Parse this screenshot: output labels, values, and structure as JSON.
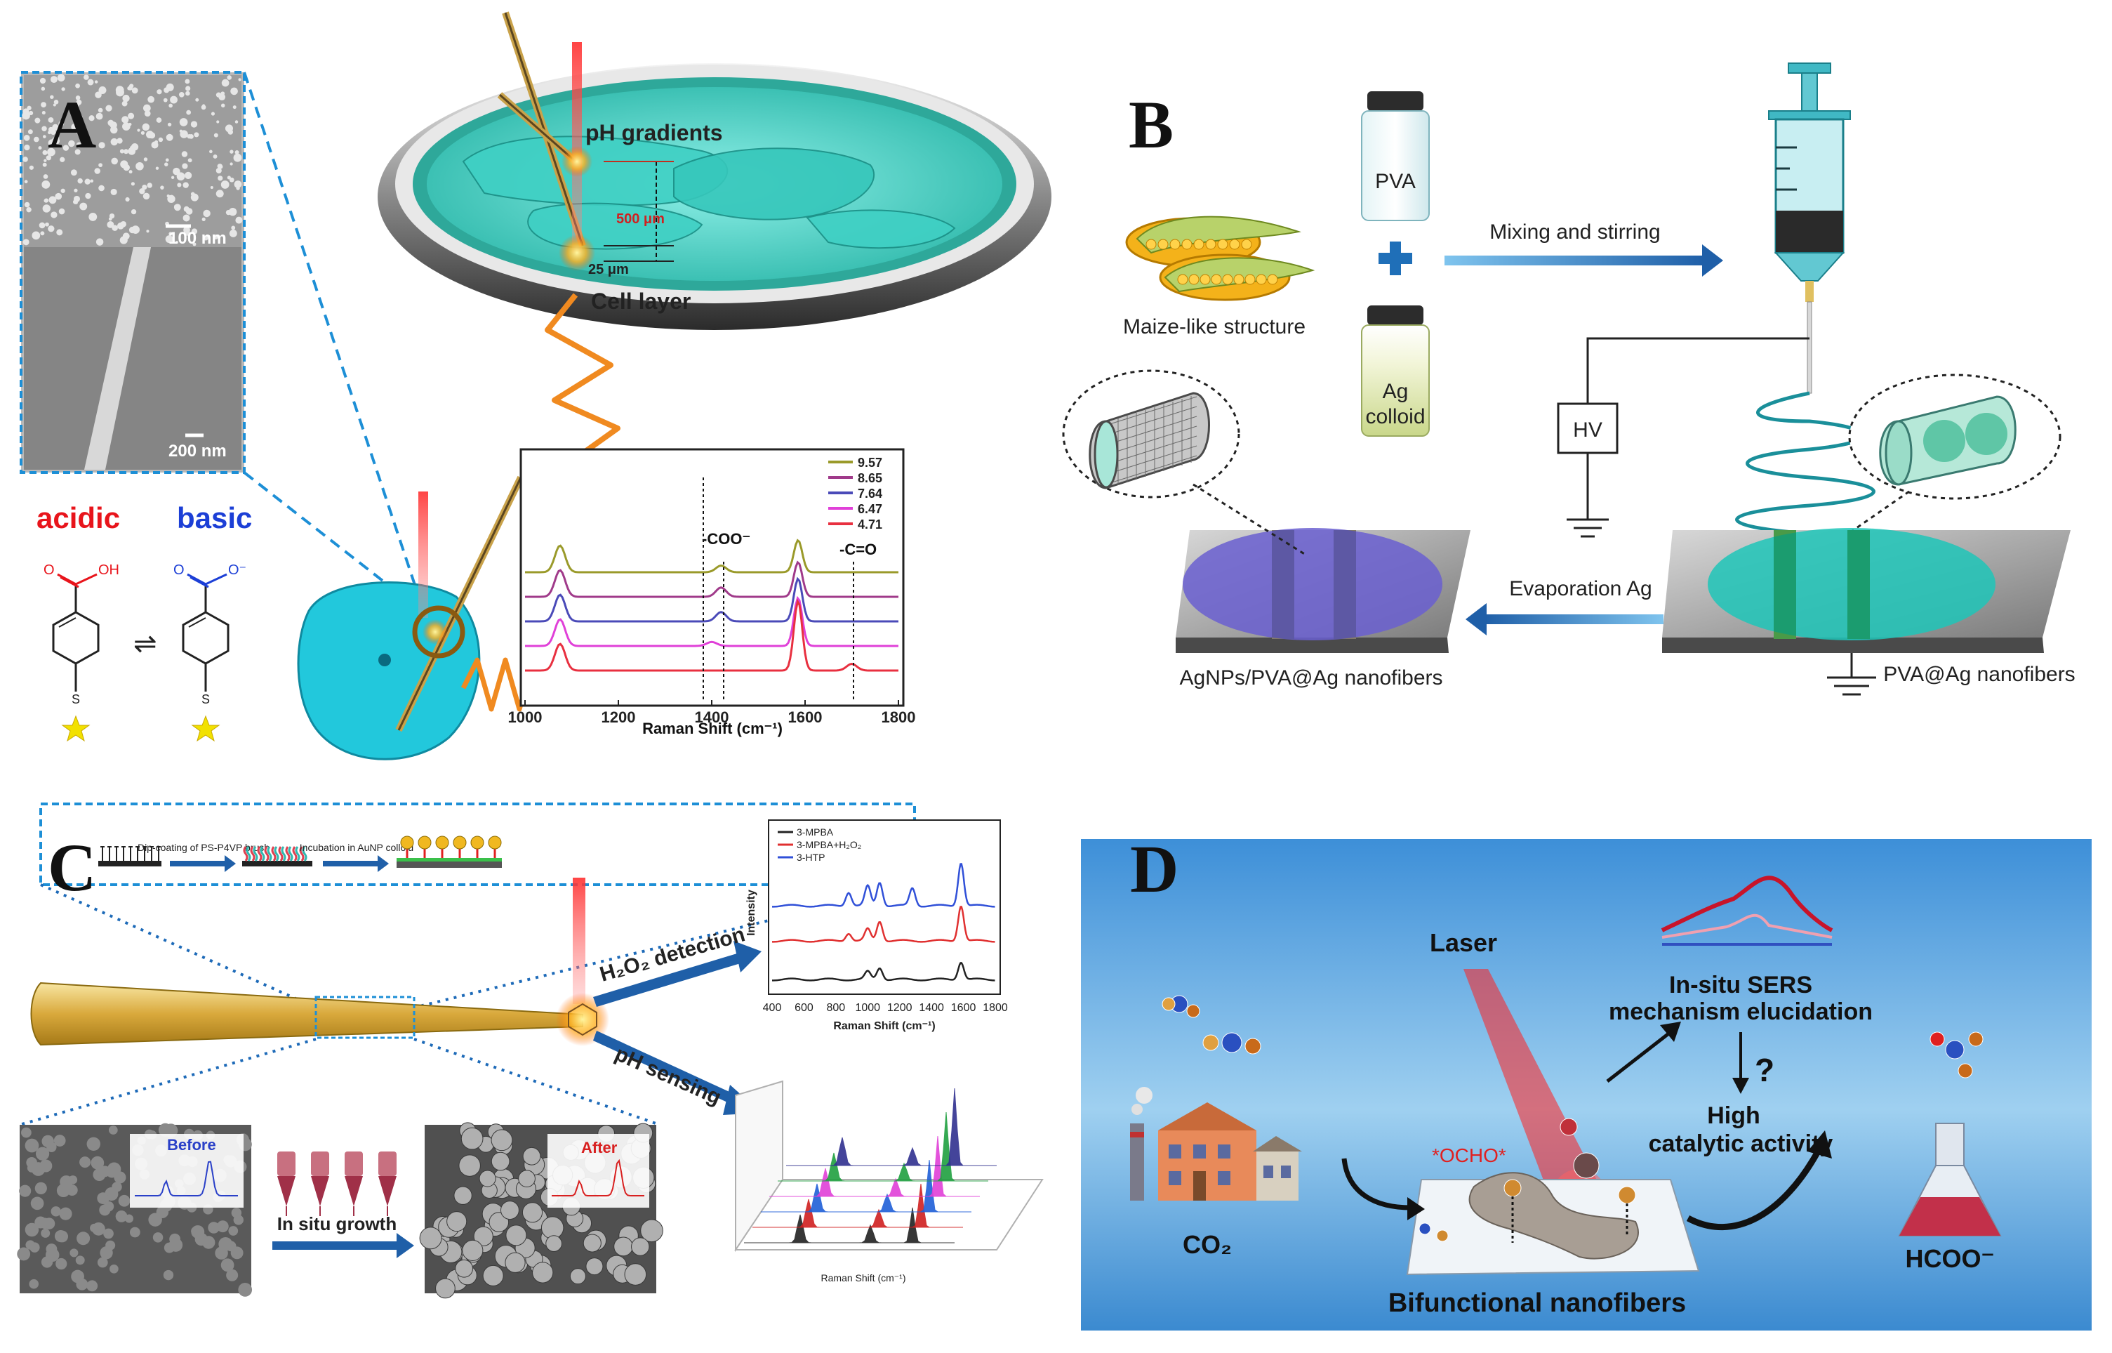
{
  "panelA": {
    "letter": "A",
    "sem_top_scale": "100 nm",
    "sem_bottom_scale": "200 nm",
    "ph_gradients": "pH gradients",
    "dist_500": "500 μm",
    "dist_25": "25 μm",
    "cell_layer": "Cell layer",
    "acidic": "acidic",
    "basic": "basic",
    "equilibrium": "⇌",
    "atom_o": "O",
    "atom_oh": "OH",
    "atom_ominus": "O⁻",
    "atom_s": "S",
    "peak_coo": "-COO⁻",
    "peak_co": "-C=O",
    "colors": {
      "acidic": "#e8141b",
      "basic": "#1c3fd6",
      "cyan": "#22c8dc",
      "laser": "#ff4040"
    }
  },
  "panelB": {
    "letter": "B",
    "pva": "PVA",
    "ag_colloid_1": "Ag",
    "ag_colloid_2": "colloid",
    "maize": "Maize-like structure",
    "mixing": "Mixing and stirring",
    "hv": "HV",
    "evaporation": "Evaporation Ag",
    "left_product": "AgNPs/PVA@Ag nanofibers",
    "right_product": "PVA@Ag nanofibers",
    "colors": {
      "arrow": "#1f6fb8",
      "fiber": "#1a8f9a",
      "disk_left": "#6a5fd0",
      "disk_right": "#1ec5b8"
    }
  },
  "panelC": {
    "letter": "C",
    "step1": "Dip-coating of PS-P4VP brush",
    "step2": "Incubation in AuNP colloid",
    "h2o2": "H₂O₂ detection",
    "ph": "pH sensing",
    "before": "Before",
    "after": "After",
    "growth": "In situ growth"
  },
  "panelD": {
    "letter": "D",
    "laser": "Laser",
    "insitu_1": "In-situ SERS",
    "insitu_2": "mechanism elucidation",
    "question": "?",
    "high_1": "High",
    "high_2": "catalytic activity",
    "ocho": "*OCHO*",
    "co2": "CO₂",
    "hcoo": "HCOO⁻",
    "bifunctional": "Bifunctional nanofibers"
  },
  "chart_data": [
    {
      "type": "line",
      "panel": "A",
      "xlabel": "Raman Shift (cm⁻¹)",
      "ylabel": "",
      "xlim": [
        1000,
        1800
      ],
      "x_ticks": [
        1000,
        1200,
        1400,
        1600,
        1800
      ],
      "legend": "top-right",
      "grid": false,
      "series": [
        {
          "name": "9.57",
          "color": "#9a9a2a",
          "peaks": [
            [
              1075,
              1.0
            ],
            [
              1420,
              0.25
            ],
            [
              1585,
              1.2
            ]
          ]
        },
        {
          "name": "8.65",
          "color": "#a03a8a",
          "peaks": [
            [
              1075,
              1.0
            ],
            [
              1420,
              0.35
            ],
            [
              1585,
              1.3
            ]
          ]
        },
        {
          "name": "7.64",
          "color": "#4a4ab8",
          "peaks": [
            [
              1075,
              1.0
            ],
            [
              1420,
              0.35
            ],
            [
              1585,
              1.6
            ]
          ]
        },
        {
          "name": "6.47",
          "color": "#e040d8",
          "peaks": [
            [
              1075,
              1.0
            ],
            [
              1400,
              0.15
            ],
            [
              1585,
              1.8
            ]
          ]
        },
        {
          "name": "4.71",
          "color": "#e83040",
          "peaks": [
            [
              1075,
              1.0
            ],
            [
              1585,
              2.6
            ],
            [
              1700,
              0.25
            ]
          ]
        }
      ]
    },
    {
      "type": "line",
      "panel": "C",
      "xlabel": "Raman Shift (cm⁻¹)",
      "ylabel": "Intensity",
      "xlim": [
        400,
        1800
      ],
      "x_ticks": [
        400,
        600,
        800,
        1000,
        1200,
        1400,
        1600,
        1800
      ],
      "legend": "top-left",
      "series": [
        {
          "name": "3-MPBA",
          "color": "#222222",
          "peaks": [
            [
              1000,
              0.4
            ],
            [
              1075,
              0.6
            ],
            [
              1585,
              0.9
            ]
          ]
        },
        {
          "name": "3-MPBA+H₂O₂",
          "color": "#e03030",
          "peaks": [
            [
              880,
              0.4
            ],
            [
              1000,
              0.6
            ],
            [
              1075,
              1.0
            ],
            [
              1585,
              1.8
            ]
          ]
        },
        {
          "name": "3-HTP",
          "color": "#3050d8",
          "peaks": [
            [
              880,
              0.7
            ],
            [
              1000,
              1.0
            ],
            [
              1075,
              1.2
            ],
            [
              1280,
              0.9
            ],
            [
              1585,
              2.2
            ]
          ]
        }
      ]
    }
  ]
}
